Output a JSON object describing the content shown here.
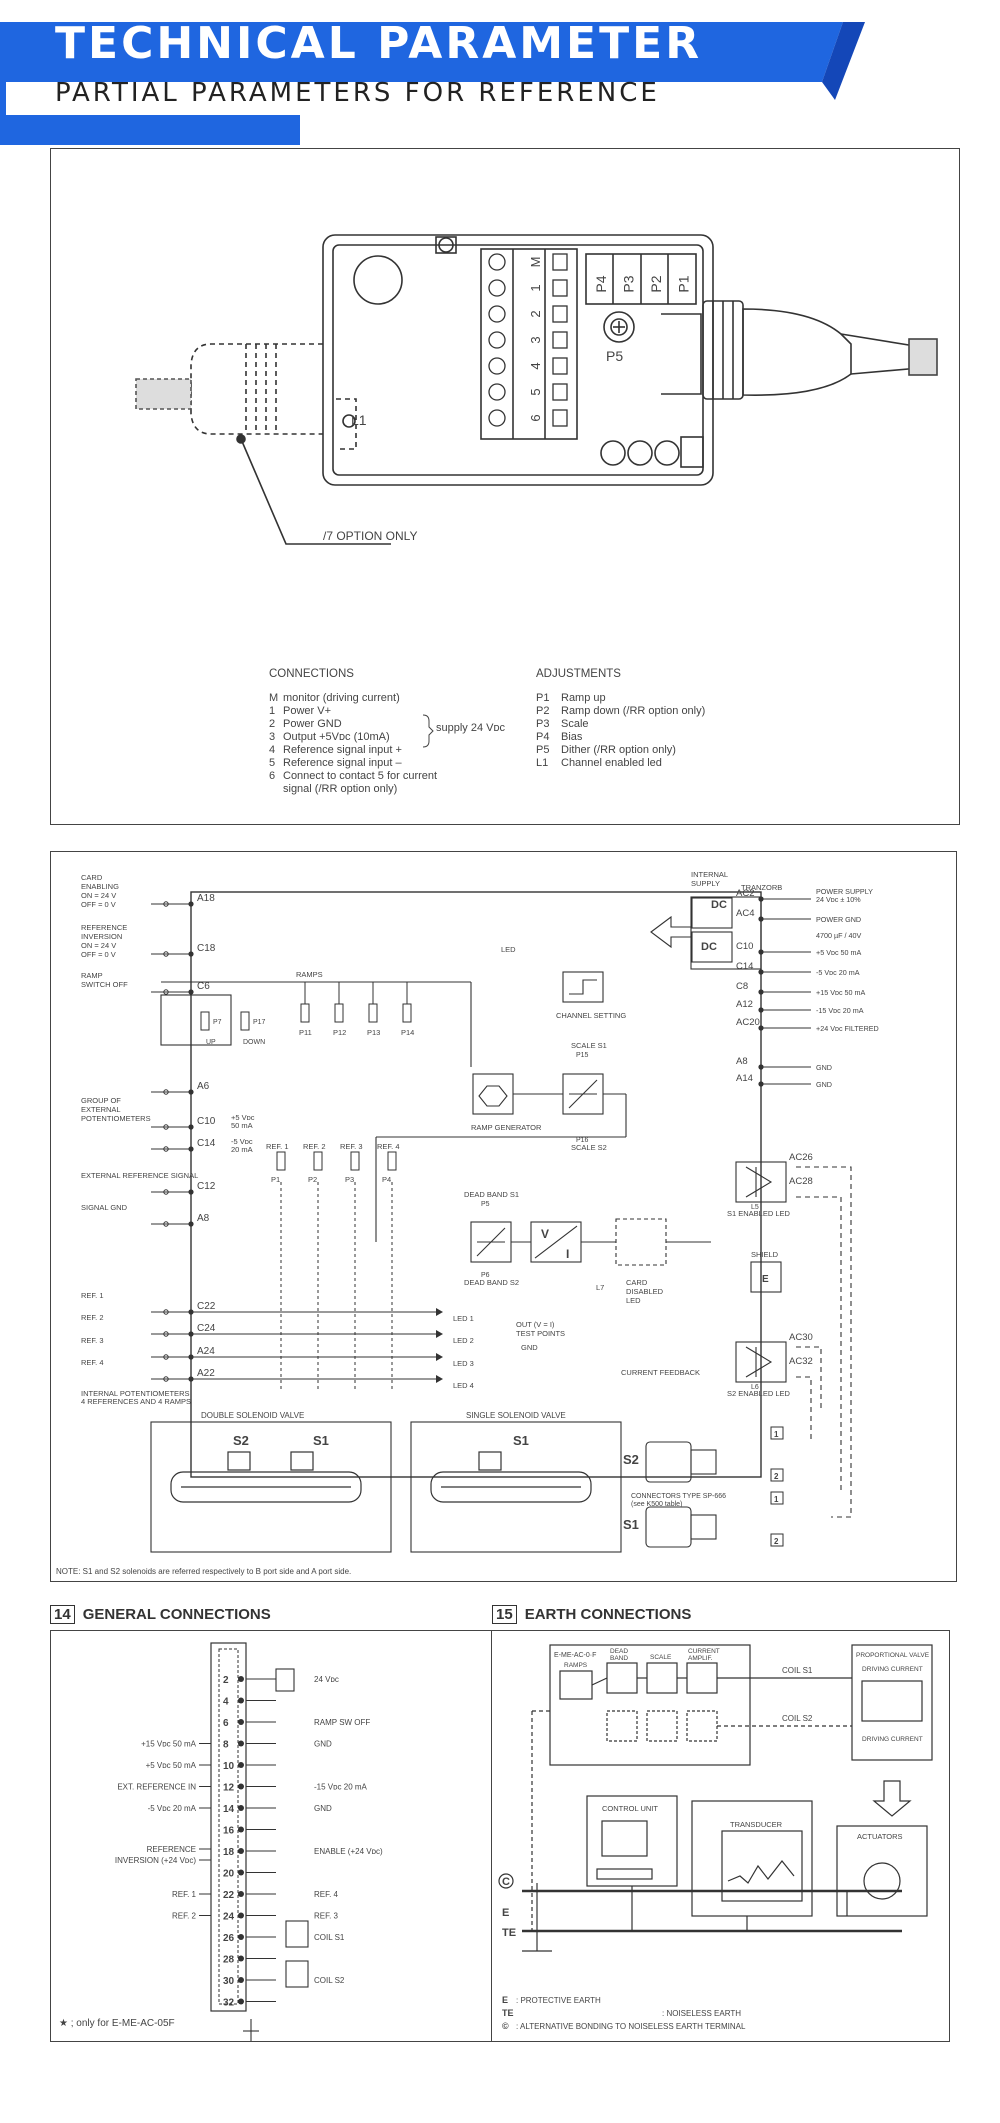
{
  "banner": {
    "title": "TECHNICAL PARAMETER",
    "subtitle": "PARTIAL PARAMETERS FOR REFERENCE",
    "colors": {
      "blue": "#1f66e0",
      "dark_blue": "#1447b8",
      "white": "#ffffff"
    }
  },
  "device": {
    "terminals": [
      "M",
      "1",
      "2",
      "3",
      "4",
      "5",
      "6"
    ],
    "pots": [
      "P4",
      "P3",
      "P2",
      "P1"
    ],
    "p5": "P5",
    "l1": "L1",
    "option_note": "/7 OPTION ONLY"
  },
  "connections": {
    "title": "CONNECTIONS",
    "rows": [
      {
        "key": "M",
        "text": "monitor (driving current)"
      },
      {
        "key": "1",
        "text": "Power V+"
      },
      {
        "key": "2",
        "text": "Power GND"
      },
      {
        "key": "3",
        "text": "Output +5Vᴅᴄ (10mA)"
      },
      {
        "key": "4",
        "text": "Reference signal input +"
      },
      {
        "key": "5",
        "text": "Reference signal input –"
      },
      {
        "key": "6",
        "text": "Connect to contact 5 for current"
      },
      {
        "key": "",
        "text": "signal (/RR option only)"
      }
    ],
    "supply_note": "supply 24 Vᴅᴄ"
  },
  "adjustments": {
    "title": "ADJUSTMENTS",
    "rows": [
      {
        "key": "P1",
        "text": "Ramp up"
      },
      {
        "key": "P2",
        "text": "Ramp down (/RR option only)"
      },
      {
        "key": "P3",
        "text": "Scale"
      },
      {
        "key": "P4",
        "text": "Bias"
      },
      {
        "key": "P5",
        "text": "Dither (/RR option only)"
      },
      {
        "key": "L1",
        "text": "Channel enabled led"
      }
    ]
  },
  "block": {
    "left_inputs": [
      {
        "label": [
          "CARD",
          "ENABLING",
          "ON = 24 V",
          "OFF = 0 V"
        ],
        "pin": "A18"
      },
      {
        "label": [
          "REFERENCE",
          "INVERSION",
          "ON = 24 V",
          "OFF = 0 V"
        ],
        "pin": "C18"
      },
      {
        "label": [
          "RAMP",
          "SWITCH OFF"
        ],
        "pin": "C6"
      },
      {
        "label": [],
        "pin": "A6"
      },
      {
        "label": [
          "GROUP OF",
          "EXTERNAL",
          "POTENTIOMETERS"
        ],
        "pin": "C10"
      },
      {
        "label": [],
        "pin": "C14"
      },
      {
        "label": [
          "EXTERNAL REFERENCE SIGNAL"
        ],
        "pin": "C12"
      },
      {
        "label": [
          "SIGNAL GND"
        ],
        "pin": "A8"
      },
      {
        "label": [
          "REF. 1"
        ],
        "pin": "C22"
      },
      {
        "label": [
          "REF. 2"
        ],
        "pin": "C24"
      },
      {
        "label": [
          "REF. 3"
        ],
        "pin": "A24"
      },
      {
        "label": [
          "REF. 4"
        ],
        "pin": "A22"
      }
    ],
    "c10_note": [
      "+5 Vᴅᴄ",
      "50 mA"
    ],
    "c14_note": [
      "-5 Vᴅᴄ",
      "20 mA"
    ],
    "internal_pots_note": [
      "INTERNAL POTENTIOMETERS",
      "4 REFERENCES AND 4 RAMPS"
    ],
    "ramps": "RAMPS",
    "ramp_pots": [
      "P11",
      "P12",
      "P13",
      "P14"
    ],
    "p7": "P7",
    "p17": "P17",
    "up": "UP",
    "down": "DOWN",
    "refs": [
      "REF. 1",
      "REF. 2",
      "REF. 3",
      "REF. 4"
    ],
    "ref_pots": [
      "P1",
      "P2",
      "P3",
      "P4"
    ],
    "ramp_generator": "RAMP GENERATOR",
    "scale_s1": "SCALE S1",
    "scale_s2": "SCALE S2",
    "p15": "P15",
    "p16": "P16",
    "channel_setting": "CHANNEL SETTING",
    "led": "LED",
    "dead_band_s1": "DEAD BAND S1",
    "dead_band_s2": "DEAD BAND S2",
    "p5": "P5",
    "p6": "P6",
    "vi_v": "V",
    "vi_i": "I",
    "out_note": "OUT (V = I)",
    "test_points": "TEST POINTS",
    "gnd": "GND",
    "l7": "L7",
    "card_disabled": [
      "CARD",
      "DISABLED",
      "LED"
    ],
    "current_feedback": "CURRENT FEEDBACK",
    "leds": [
      "LED 1",
      "LED 2",
      "LED 3",
      "LED 4"
    ],
    "internal_supply": [
      "INTERNAL",
      "SUPPLY"
    ],
    "tranzorb": "TRANZORB",
    "dc": "DC",
    "right_pins": [
      {
        "pin": "AC2",
        "label": [
          "POWER SUPPLY",
          "24 Vᴅᴄ ± 10%"
        ]
      },
      {
        "pin": "AC4",
        "label": [
          "POWER GND"
        ]
      },
      {
        "pin": "C10",
        "label": [
          "+5 Vᴅᴄ 50 mA"
        ]
      },
      {
        "pin": "C14",
        "label": [
          "-5 Vᴅᴄ 20 mA"
        ]
      },
      {
        "pin": "C8",
        "label": [
          "+15 Vᴅᴄ 50 mA"
        ]
      },
      {
        "pin": "A12",
        "label": [
          "-15 Vᴅᴄ 20 mA"
        ]
      },
      {
        "pin": "AC20",
        "label": [
          "+24 Vᴅᴄ FILTERED"
        ]
      },
      {
        "pin": "A8",
        "label": [
          "GND"
        ]
      },
      {
        "pin": "A14",
        "label": [
          "GND"
        ]
      }
    ],
    "cap_note": "4700 µF / 40V",
    "out_pins_s1": [
      "AC26",
      "AC28"
    ],
    "out_pins_s2": [
      "AC30",
      "AC32"
    ],
    "s1_led": "S1 ENABLED LED",
    "s2_led": "S2 ENABLED LED",
    "l5": "L5",
    "l6": "L6",
    "shield": "SHIELD",
    "e": "E",
    "double_valve": "DOUBLE SOLENOID VALVE",
    "single_valve": "SINGLE SOLENOID VALVE",
    "s1": "S1",
    "s2": "S2",
    "connector_note": [
      "CONNECTORS TYPE SP-666",
      "(see K500 table)"
    ],
    "pin1": "1",
    "pin2": "2",
    "note": "NOTE: S1 and S2 solenoids are referred respectively to B port side and A port side."
  },
  "general": {
    "num": "14",
    "title": "GENERAL CONNECTIONS",
    "pins": [
      "2",
      "4",
      "6",
      "8",
      "10",
      "12",
      "14",
      "16",
      "18",
      "20",
      "22",
      "24",
      "26",
      "28",
      "30",
      "32"
    ],
    "left_labels": [
      {
        "pin": "8",
        "text": "+15 Vᴅᴄ 50 mA"
      },
      {
        "pin": "10",
        "text": "+5 Vᴅᴄ 50 mA"
      },
      {
        "pin": "12",
        "text": "EXT. REFERENCE IN"
      },
      {
        "pin": "14",
        "text": "-5 Vᴅᴄ 20 mA"
      },
      {
        "pin": "18",
        "text": "REFERENCE"
      },
      {
        "pin": "18b",
        "text": "INVERSION (+24 Vᴅᴄ)"
      },
      {
        "pin": "22",
        "text": "REF. 1"
      },
      {
        "pin": "24",
        "text": "REF. 2"
      }
    ],
    "right_labels": [
      {
        "pin": "2",
        "text": "24 Vᴅᴄ"
      },
      {
        "pin": "6",
        "text": "RAMP SW OFF"
      },
      {
        "pin": "8",
        "text": "GND"
      },
      {
        "pin": "12",
        "text": "-15 Vᴅᴄ 20 mA"
      },
      {
        "pin": "14",
        "text": "GND"
      },
      {
        "pin": "18",
        "text": "ENABLE (+24 Vᴅᴄ)"
      },
      {
        "pin": "22",
        "text": "REF. 4"
      },
      {
        "pin": "24",
        "text": "REF. 3"
      },
      {
        "pin": "26",
        "text": "COIL S1"
      },
      {
        "pin": "30",
        "text": "COIL S2"
      }
    ],
    "footnote": "★ ; only for E-ME-AC-05F"
  },
  "earth": {
    "num": "15",
    "title": "EARTH CONNECTIONS",
    "card": "E-ME-AC-0·F",
    "ramps": "RAMPS",
    "dead_band": [
      "DEAD",
      "BAND"
    ],
    "scale": "SCALE",
    "current_amplif": [
      "CURRENT",
      "AMPLIF."
    ],
    "coil_s1": "COIL S1",
    "coil_s2": "COIL S2",
    "prop_valve": "PROPORTIONAL VALVE",
    "driving_current": "DRIVING CURRENT",
    "control_unit": "CONTROL UNIT",
    "transducer": "TRANSDUCER",
    "actuators": "ACTUATORS",
    "e": "E",
    "te": "TE",
    "c": "C",
    "legend": [
      {
        "key": "E",
        "text": ": PROTECTIVE EARTH"
      },
      {
        "key": "TE",
        "text": ": NOISELESS EARTH"
      },
      {
        "key": "©",
        "text": ": ALTERNATIVE BONDING TO NOISELESS EARTH TERMINAL"
      }
    ]
  }
}
